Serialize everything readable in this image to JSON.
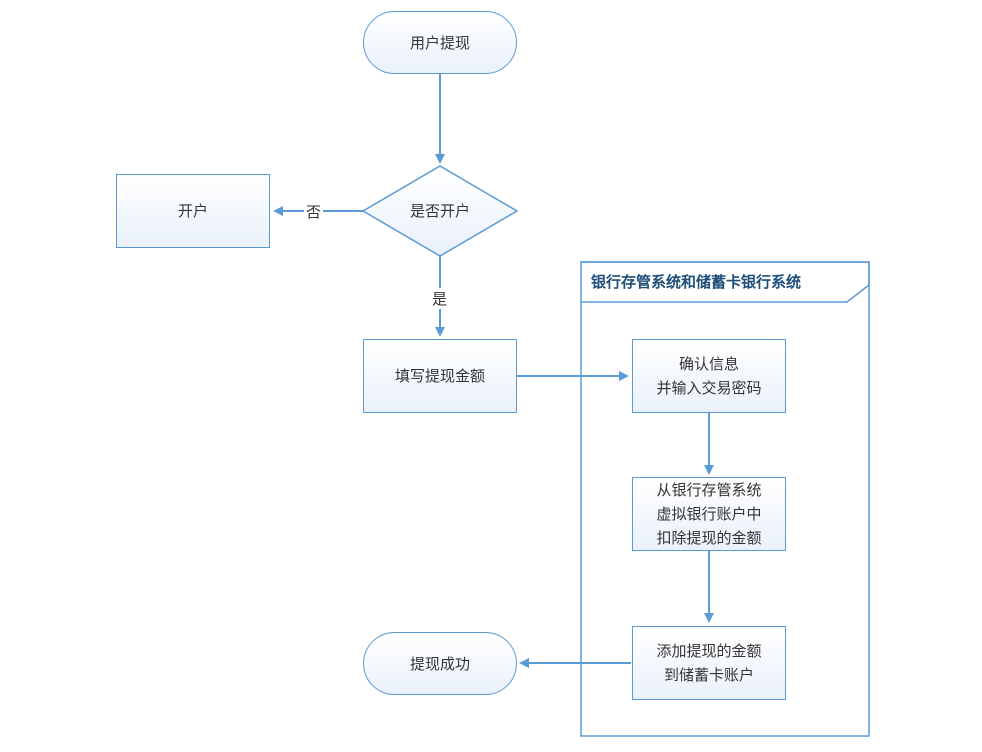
{
  "flowchart": {
    "start": "用户提现",
    "decision": "是否开户",
    "no_branch": {
      "label": "否",
      "target": "开户"
    },
    "yes_label": "是",
    "fill_amount": "填写提现金额",
    "end": "提现成功",
    "frame": {
      "title": "银行存管系统和储蓄卡银行系统",
      "steps": [
        {
          "lines": [
            "确认信息",
            "并输入交易密码"
          ]
        },
        {
          "lines": [
            "从银行存管系统",
            "虚拟银行账户中",
            "扣除提现的金额"
          ]
        },
        {
          "lines": [
            "添加提现的金额",
            "到储蓄卡账户"
          ]
        }
      ]
    }
  },
  "colors": {
    "stroke": "#5b9bd5",
    "fill_top": "#ffffff",
    "fill_bottom": "#eaf1fb",
    "text": "#333333"
  }
}
